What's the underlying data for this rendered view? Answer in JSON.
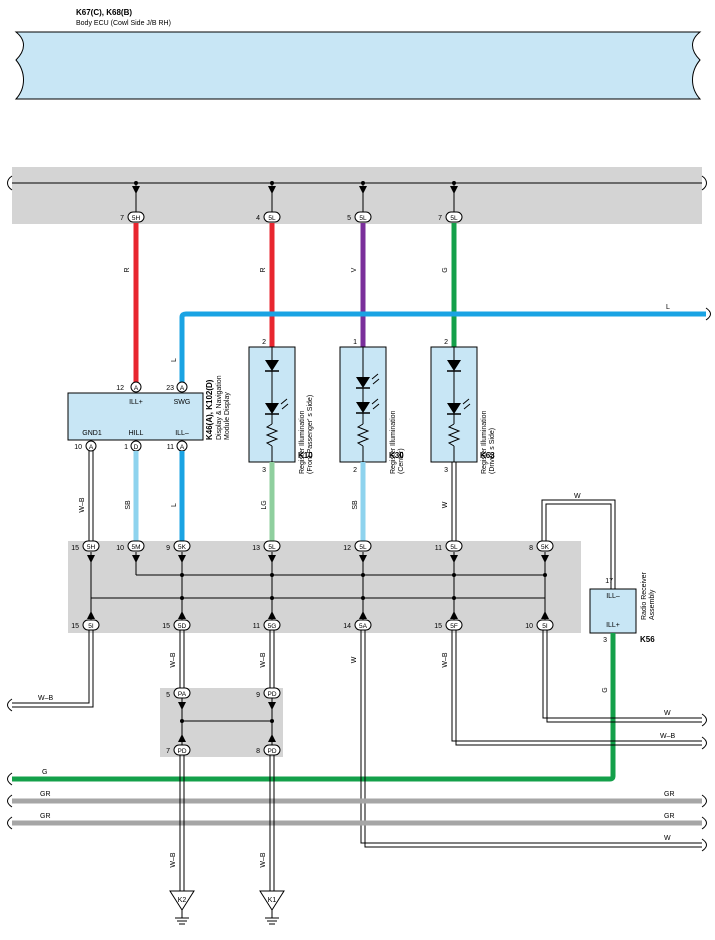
{
  "body_ecu": {
    "id": "K67(C), K68(B)",
    "name": "Body ECU (Cowl Side J/B RH)"
  },
  "top_bus_terminals": [
    {
      "pin": "7",
      "conn": "5H",
      "color": "R"
    },
    {
      "pin": "4",
      "conn": "5L",
      "color": "R"
    },
    {
      "pin": "5",
      "conn": "5L",
      "color": "V"
    },
    {
      "pin": "7",
      "conn": "5L",
      "color": "G"
    }
  ],
  "l_wire": {
    "label": "L"
  },
  "display": {
    "id": "K46(A), K102(D)",
    "name": "Display & Navigation Module Display",
    "top_pins": [
      {
        "pin": "12",
        "conn": "A",
        "label": "ILL+"
      },
      {
        "pin": "23",
        "conn": "A",
        "label": "SWG"
      }
    ],
    "bottom_pins": [
      {
        "pin": "10",
        "conn": "A",
        "label": "GND1"
      },
      {
        "pin": "1",
        "conn": "D",
        "label": "HILL"
      },
      {
        "pin": "11",
        "conn": "A",
        "label": "ILL–"
      }
    ],
    "top_wire_colors": [
      "R",
      "L"
    ],
    "bottom_wire_colors": [
      "W–B",
      "SB",
      "L"
    ]
  },
  "registers": [
    {
      "id": "K10",
      "name": "Register Illumination (Front Passenger' s Side)",
      "pin_top": "2",
      "pin_bottom": "3",
      "top_color": "R",
      "bottom_color": "LG"
    },
    {
      "id": "K30",
      "name": "Register Illumination (Center)",
      "pin_top": "1",
      "pin_bottom": "2",
      "top_color": "V",
      "bottom_color": "SB"
    },
    {
      "id": "K63",
      "name": "Register Illumination (Driver' s Side)",
      "pin_top": "2",
      "pin_bottom": "3",
      "top_color": "G",
      "bottom_color": "W"
    }
  ],
  "radio": {
    "id": "K56",
    "name": "Radio Receiver Assembly",
    "pins": [
      {
        "pin": "17",
        "label": "ILL–"
      },
      {
        "pin": "3",
        "label": "ILL+"
      }
    ],
    "top_wire_color": "W",
    "bottom_wire_color": "G"
  },
  "junction_upper": [
    {
      "pin": "15",
      "conn": "5H"
    },
    {
      "pin": "10",
      "conn": "5M"
    },
    {
      "pin": "9",
      "conn": "5K"
    },
    {
      "pin": "13",
      "conn": "5L"
    },
    {
      "pin": "12",
      "conn": "5L"
    },
    {
      "pin": "11",
      "conn": "5L"
    },
    {
      "pin": "8",
      "conn": "5K"
    }
  ],
  "junction_lower": [
    {
      "pin": "15",
      "conn": "5I"
    },
    {
      "pin": "15",
      "conn": "5D"
    },
    {
      "pin": "11",
      "conn": "5G"
    },
    {
      "pin": "14",
      "conn": "5A"
    },
    {
      "pin": "15",
      "conn": "5F"
    },
    {
      "pin": "10",
      "conn": "5I"
    }
  ],
  "lower_wire_colors": [
    "W–B",
    "W–B",
    "W",
    "W–B"
  ],
  "small_junction": {
    "top": [
      {
        "pin": "5",
        "conn": "PA"
      },
      {
        "pin": "9",
        "conn": "PD"
      }
    ],
    "bottom": [
      {
        "pin": "7",
        "conn": "PD"
      },
      {
        "pin": "8",
        "conn": "PD"
      }
    ],
    "wire_colors": [
      "W–B",
      "W–B"
    ]
  },
  "grounds": [
    "K2",
    "K1"
  ],
  "right_wires": [
    "W",
    "W–B"
  ],
  "left_wire": "W–B",
  "bus_lines": [
    {
      "left": "G",
      "right": ""
    },
    {
      "left": "GR",
      "right": "GR"
    },
    {
      "left": "GR",
      "right": "GR"
    },
    {
      "left": "",
      "right": "W"
    }
  ],
  "colors": {
    "red": "#e8262f",
    "violet": "#7a2f9b",
    "green": "#14a04a",
    "blue": "#1aa3e3",
    "light_blue": "#8ed3ee",
    "light_green": "#8fcf9e",
    "gray": "#a6a6a6",
    "component_fill": "#c8e6f5",
    "junction_fill": "#d4d4d4"
  }
}
